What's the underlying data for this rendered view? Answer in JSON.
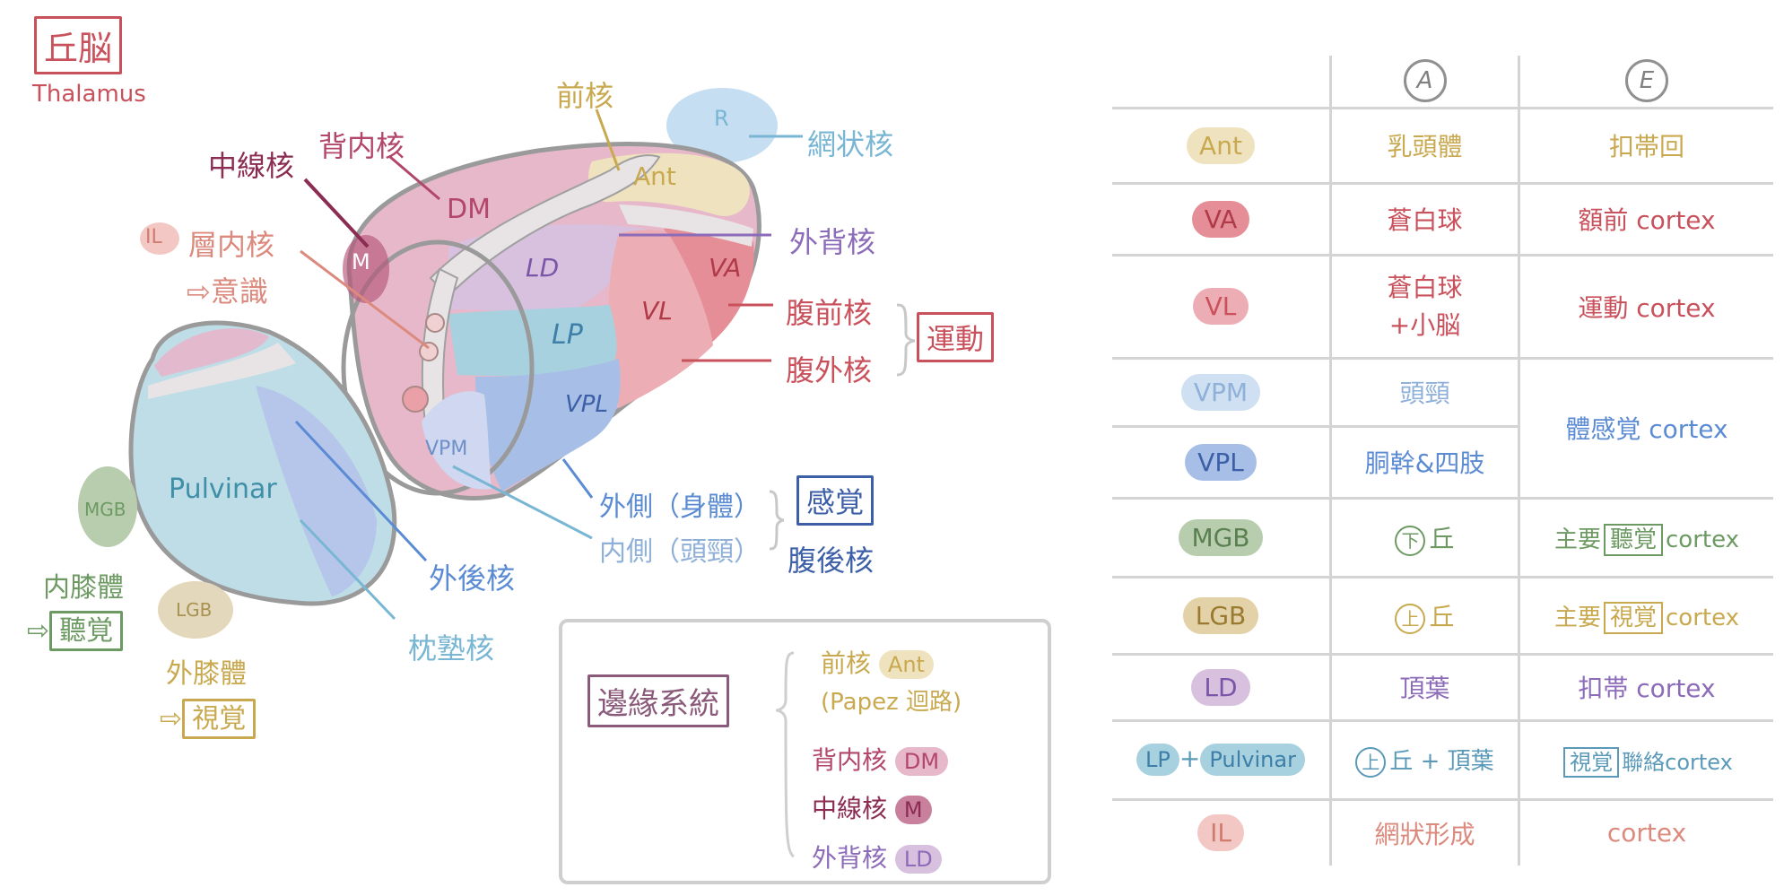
{
  "colors": {
    "red": "#c9515c",
    "pink": "#e7b8c9",
    "magenta": "#b2466b",
    "tan": "#c9a94f",
    "blue": "#5b8bd3",
    "lightblue": "#78b6d4",
    "purple": "#8c6bb8",
    "green": "#6d9a62",
    "gray": "#d4d4d4",
    "salmon": "#dc8a7e"
  },
  "title": {
    "jp": "丘脳",
    "en": "Thalamus"
  },
  "diagram": {
    "nuclei": {
      "Ant": "Ant",
      "DM": "DM",
      "M": "M",
      "LD": "LD",
      "VA": "VA",
      "VL": "VL",
      "LP": "LP",
      "VPL": "VPL",
      "VPM": "VPM",
      "Pulvinar": "Pulvinar",
      "R": "R",
      "MGB": "MGB",
      "LGB": "LGB",
      "IL": "IL"
    },
    "labels": {
      "zen_kaku": "前核",
      "mou_jou_kaku": "網状核",
      "hai_nai_kaku": "背内核",
      "chu_sen_kaku": "中線核",
      "sou_nai_kaku": "層内核",
      "ishiki": "⇨意識",
      "gai_hai_kaku": "外背核",
      "fuku_zen_kaku": "腹前核",
      "fuku_gai_kaku": "腹外核",
      "undou": "運動",
      "gaisoku": "外側（身體）",
      "naisoku": "内側（頭頸）",
      "kankaku": "感覚",
      "fuku_go_kaku": "腹後核",
      "gai_go_kaku": "外後核",
      "chin_za_kaku": "枕塾核",
      "nai_shittai": "内膝體",
      "choukaku": "聽覚",
      "gai_shittai": "外膝體",
      "shikaku": "視覚"
    }
  },
  "limbic": {
    "title": "邊緣系統",
    "items": [
      {
        "label": "前核",
        "abbr": "Ant"
      },
      {
        "label": "(Papez 迴路)",
        "abbr": ""
      },
      {
        "label": "背内核",
        "abbr": "DM"
      },
      {
        "label": "中線核",
        "abbr": "M"
      },
      {
        "label": "外背核",
        "abbr": "LD"
      }
    ]
  },
  "table": {
    "headers": [
      "",
      "A",
      "E"
    ],
    "rows": [
      {
        "nucleus": "Ant",
        "afferent": "乳頭體",
        "efferent": "扣帯回"
      },
      {
        "nucleus": "VA",
        "afferent": "蒼白球",
        "efferent": "額前 cortex"
      },
      {
        "nucleus": "VL",
        "afferent": "蒼白球",
        "afferent2": "+小脳",
        "efferent": "運動 cortex"
      },
      {
        "nucleus": "VPM",
        "afferent": "頭頸",
        "efferent": "體感覚 cortex"
      },
      {
        "nucleus": "VPL",
        "afferent": "胴幹&四肢"
      },
      {
        "nucleus": "MGB",
        "afferent_circle": "下",
        "afferent": "丘",
        "efferent_pre": "主要",
        "efferent_box": "聽覚",
        "efferent_post": "cortex"
      },
      {
        "nucleus": "LGB",
        "afferent_circle": "上",
        "afferent": "丘",
        "efferent_pre": "主要",
        "efferent_box": "視覚",
        "efferent_post": "cortex"
      },
      {
        "nucleus": "LD",
        "afferent": "頂葉",
        "efferent": "扣帯 cortex"
      },
      {
        "nucleus": "LP",
        "nucleus_plus": "+",
        "nucleus2": "Pulvinar",
        "afferent_circle": "上",
        "afferent": "丘 + 頂葉",
        "efferent_box": "視覚",
        "efferent_post": "聯絡cortex"
      },
      {
        "nucleus": "IL",
        "afferent": "網狀形成",
        "efferent": "cortex"
      }
    ]
  }
}
